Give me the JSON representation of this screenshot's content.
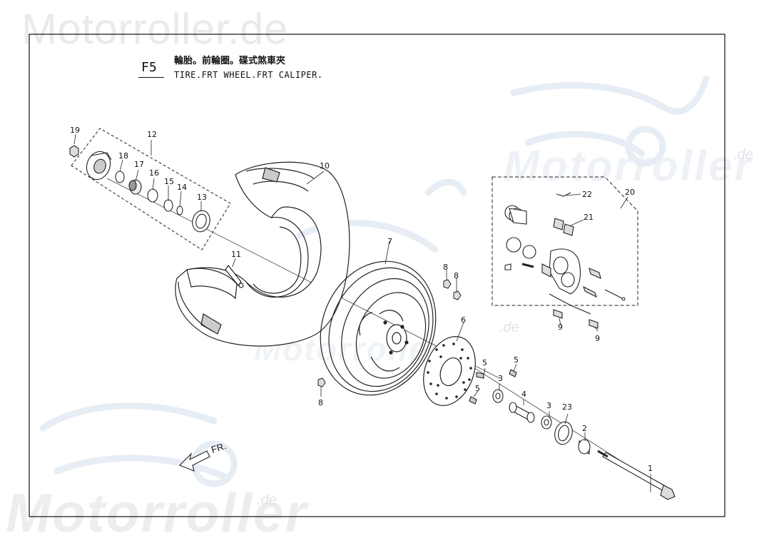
{
  "watermark": {
    "brand_top": "Motorroller.de",
    "brand": "Motorroller",
    "tld": ".de"
  },
  "header": {
    "code": "F5",
    "title_zh": "輪胎。前輪圈。碟式煞車夾",
    "title_en": "TIRE.FRT WHEEL.FRT CALIPER."
  },
  "direction_label": "FR.",
  "callouts": [
    "1",
    "2",
    "3",
    "3",
    "4",
    "5",
    "5",
    "5",
    "6",
    "7",
    "8",
    "8",
    "8",
    "9",
    "9",
    "10",
    "11",
    "12",
    "13",
    "14",
    "15",
    "16",
    "17",
    "18",
    "19",
    "20",
    "21",
    "22",
    "23"
  ]
}
